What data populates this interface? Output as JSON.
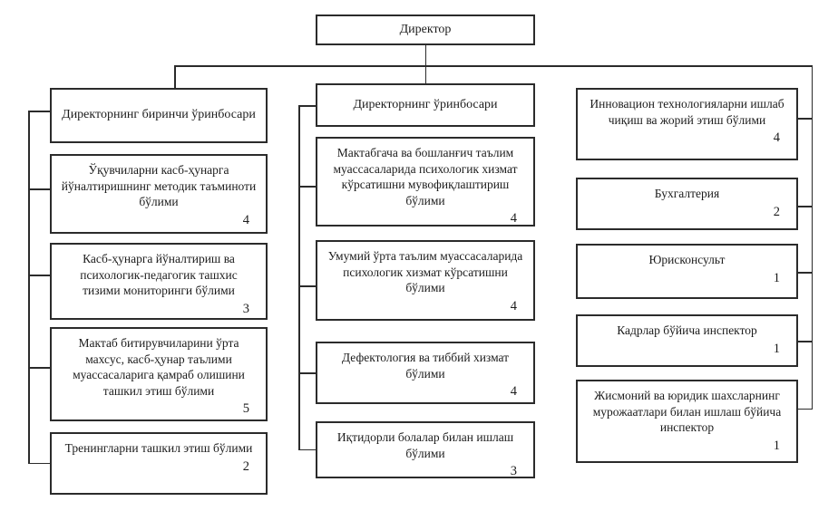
{
  "root": {
    "title": "Директор"
  },
  "columns": {
    "left": {
      "header": "Директорнинг биринчи ўринбосари",
      "items": [
        {
          "title": "Ўқувчиларни касб-ҳунарга йўналтиришнинг методик таъминоти бўлими",
          "count": "4"
        },
        {
          "title": "Касб-ҳунарга йўналтириш ва психологик-педагогик ташхис тизими мониторинги бўлими",
          "count": "3"
        },
        {
          "title": "Мактаб битирувчиларини ўрта махсус, касб-ҳунар таълими муассасаларига қамраб олишини ташкил этиш бўлими",
          "count": "5"
        },
        {
          "title": "Тренингларни ташкил этиш бўлими",
          "count": "2"
        }
      ]
    },
    "middle": {
      "header": "Директорнинг ўринбосари",
      "items": [
        {
          "title": "Мактабгача ва бошланғич таълим муассасаларида психологик хизмат кўрсатишни мувофиқлаштириш бўлими",
          "count": "4"
        },
        {
          "title": "Умумий ўрта таълим муассасаларида психологик хизмат кўрсатишни бўлими",
          "count": "4"
        },
        {
          "title": "Дефектология ва тиббий хизмат бўлими",
          "count": "4"
        },
        {
          "title": "Иқтидорли болалар билан ишлаш бўлими",
          "count": "3"
        }
      ]
    },
    "right": {
      "items": [
        {
          "title": "Инновацион технологияларни ишлаб чиқиш ва жорий этиш бўлими",
          "count": "4"
        },
        {
          "title": "Бухгалтерия",
          "count": "2"
        },
        {
          "title": "Юрисконсульт",
          "count": "1"
        },
        {
          "title": "Кадрлар бўйича инспектор",
          "count": "1"
        },
        {
          "title": "Жисмоний ва юридик шахсларнинг мурожаатлари билан ишлаш бўйича инспектор",
          "count": "1"
        }
      ]
    }
  }
}
